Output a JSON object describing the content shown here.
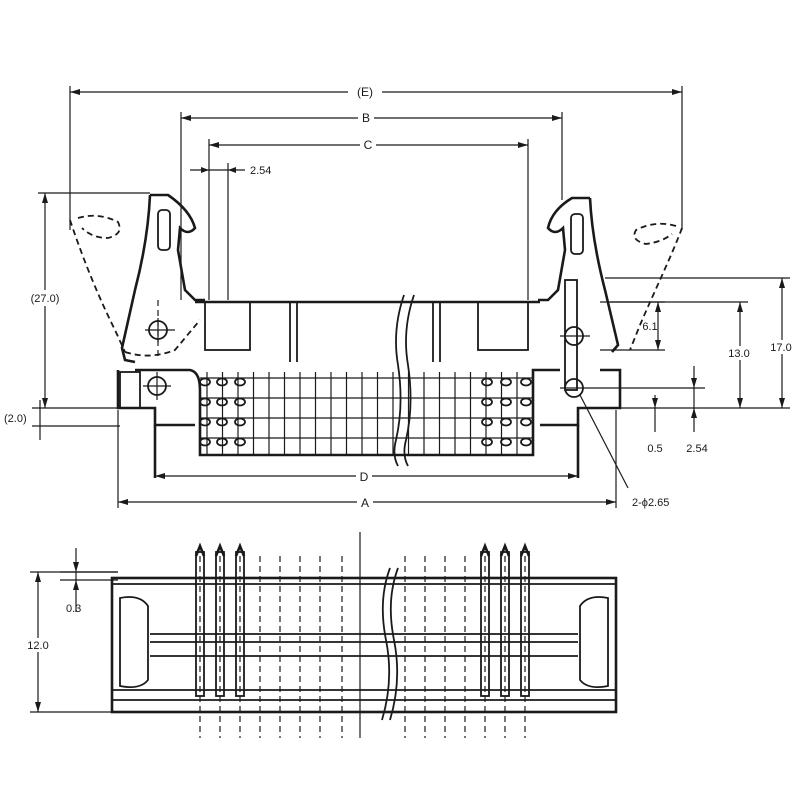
{
  "dimensions": {
    "E": "(E)",
    "B": "B",
    "C": "C",
    "pitch_top": "2.54",
    "height_27": "(27.0)",
    "height_2": "(2.0)",
    "d_61": "6.1",
    "d_130": "13.0",
    "d_170": "17.0",
    "d_05": "0.5",
    "d_254_right": "2.54",
    "D": "D",
    "A": "A",
    "hole_note": "2-ϕ2.65",
    "d_03": "0.3",
    "d_120": "12.0"
  }
}
